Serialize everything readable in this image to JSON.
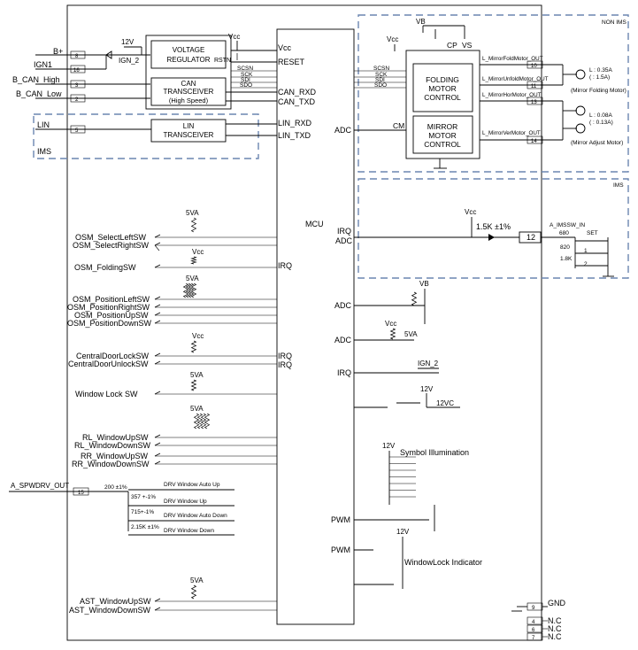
{
  "power_inputs": {
    "b_plus": "B+",
    "ign1": "IGN1",
    "b_can_high": "B_CAN_High",
    "b_can_low": "B_CAN_Low",
    "lin": "LIN",
    "ims": "IMS",
    "ign2_small": "IGN_2",
    "v12_top": "12V"
  },
  "pins_left": {
    "p8": "8",
    "p16": "16",
    "p3": "3",
    "p2": "2",
    "p5": "5",
    "p15": "15"
  },
  "voltage_regulator": {
    "line1": "VOLTAGE",
    "line2": "REGULATOR"
  },
  "can_transceiver": {
    "line1": "CAN",
    "line2": "TRANSCEIVER",
    "line3": "(High Speed)"
  },
  "lin_transceiver": {
    "line1": "LIN",
    "line2": "TRANSCEIVER"
  },
  "signals_top": {
    "vcc_a": "Vcc",
    "rstn": "RSTN",
    "scsn": "SCSN",
    "sck": "SCK",
    "sdi": "SDI",
    "sdo": "SDO",
    "vcc_mcu": "Vcc",
    "reset": "RESET",
    "can_rxd": "CAN_RXD",
    "can_txd": "CAN_TXD",
    "lin_rxd": "LIN_RXD",
    "lin_txd": "LIN_TXD"
  },
  "mcu": {
    "label": "MCU",
    "adc1": "ADC",
    "irq_adc_1": "IRQ",
    "irq_adc_2": "ADC",
    "adc2": "ADC",
    "adc3": "ADC",
    "irq3": "IRQ",
    "pwm1": "PWM",
    "pwm2": "PWM",
    "irq_osm": "IRQ",
    "irq_door1": "IRQ",
    "irq_door2": "IRQ"
  },
  "non_ims": {
    "title": "NON IMS",
    "vb": "VB",
    "vcc": "Vcc",
    "cp": "CP",
    "vs": "VS",
    "scsn": "SCSN",
    "sck": "SCK",
    "sdi": "SDI",
    "sdo": "SDO",
    "cm": "CM",
    "folding": {
      "line1": "FOLDING",
      "line2": "MOTOR",
      "line3": "CONTROL"
    },
    "mirror": {
      "line1": "MIRROR",
      "line2": "MOTOR",
      "line3": "CONTROL"
    },
    "outputs": [
      {
        "name": "L_MirrorFoldMotor_OUT",
        "pin": "10"
      },
      {
        "name": "L_MirrorUnfoldMotor_OUT",
        "pin": "11"
      },
      {
        "name": "L_MirrorHorMotor_OUT",
        "pin": "13"
      },
      {
        "name": "L_MirrorVerMotor_OUT",
        "pin": "14"
      }
    ],
    "fold_current": {
      "line1": "L : 0.35A",
      "line2": "( : 1.5A)"
    },
    "fold_caption": "(Mirror Folding Motor)",
    "adjust_current": {
      "line1": "L : 0.08A",
      "line2": "( : 0.13A)"
    },
    "adjust_caption": "(Mirror Adjust Motor)"
  },
  "ims_section": {
    "title": "IMS",
    "vcc": "Vcc",
    "resistor": "1.5K ±1%",
    "pin": "12",
    "signal": "A_IMSSW_IN",
    "r680": "680",
    "set": "SET",
    "r820": "820",
    "r18k": "1.8K",
    "s1": "1",
    "s2": "2"
  },
  "switch_inputs": {
    "v5va_1": "5VA",
    "osm_select_left": "OSM_SelectLeftSW",
    "osm_select_right": "OSM_SelectRightSW",
    "vcc_osm": "Vcc",
    "osm_folding": "OSM_FoldingSW",
    "v5va_2": "5VA",
    "osm_position_left": "OSM_PositionLeftSW",
    "osm_position_right": "OSM_PositionRightSW",
    "osm_position_up": "OSM_PositionUpSW",
    "osm_position_down": "OSM_PositionDownSW",
    "vcc_door": "Vcc",
    "central_door_lock": "CentralDoorLockSW",
    "central_door_unlock": "CentralDoorUnlockSW",
    "v5va_3": "5VA",
    "window_lock": "Window Lock SW",
    "v5va_4": "5VA",
    "rl_up": "RL_WindowUpSW",
    "rl_down": "RL_WindowDownSW",
    "rr_up": "RR_WindowUpSW",
    "rr_down": "RR_WindowDownSW",
    "v5va_5": "5VA",
    "ast_up": "AST_WindowUpSW",
    "ast_down": "AST_WindowDownSW"
  },
  "drv_window": {
    "signal": "A_SPWDRV_OUT",
    "r200": "200 ±1%",
    "auto_up": "DRV Window Auto Up",
    "r357": "357 +-1%",
    "up": "DRV Window Up",
    "r715": "715+-1%",
    "auto_down": "DRV Window Auto Down",
    "r215k": "2.15K ±1%",
    "down": "DRV Window Down"
  },
  "right_side": {
    "vb": "VB",
    "vcc": "Vcc",
    "v5va": "5VA",
    "ign2": "IGN_2",
    "v12": "12V",
    "v12vc": "12VC",
    "v12_symbol": "12V",
    "symbol_illumination": "Symbol Illumination",
    "v12_lock": "12V",
    "window_lock_indicator": "WindowLock Indicator"
  },
  "ground": {
    "gnd": "GND",
    "pin9": "9",
    "pin4": "4",
    "pin6": "6",
    "pin7": "7",
    "nc1": "N.C",
    "nc2": "N.C",
    "nc3": "N.C"
  }
}
